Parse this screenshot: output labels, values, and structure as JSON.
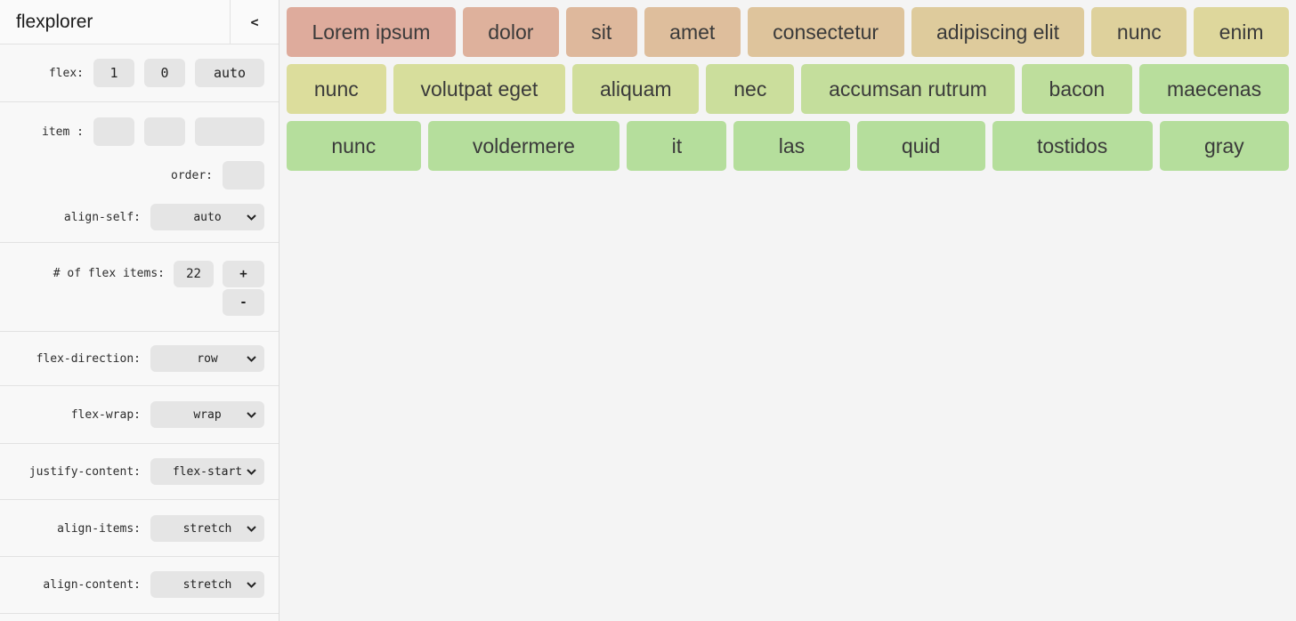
{
  "app": {
    "title": "flexplorer",
    "collapse_label": "<"
  },
  "sidebar": {
    "flex_row": {
      "label": "flex:",
      "grow": "1",
      "shrink": "0",
      "basis": "auto"
    },
    "item_row": {
      "label": "item :",
      "grow": "",
      "shrink": "",
      "basis": ""
    },
    "order_row": {
      "label": "order:",
      "value": ""
    },
    "align_self_row": {
      "label": "align-self:",
      "value": "auto"
    },
    "count_row": {
      "label": "# of flex items:",
      "value": "22",
      "increment_label": "+",
      "decrement_label": "-"
    },
    "container_rows": [
      {
        "label": "flex-direction:",
        "value": "row"
      },
      {
        "label": "flex-wrap:",
        "value": "wrap"
      },
      {
        "label": "justify-content:",
        "value": "flex-start"
      },
      {
        "label": "align-items:",
        "value": "stretch"
      },
      {
        "label": "align-content:",
        "value": "stretch"
      }
    ]
  },
  "main": {
    "items": [
      {
        "label": "Lorem ipsum",
        "color": "#deab9c"
      },
      {
        "label": "dolor",
        "color": "#deb19c"
      },
      {
        "label": "sit",
        "color": "#deb89c"
      },
      {
        "label": "amet",
        "color": "#debe9c"
      },
      {
        "label": "consectetur",
        "color": "#dec49c"
      },
      {
        "label": "adipiscing elit",
        "color": "#decb9c"
      },
      {
        "label": "nunc",
        "color": "#ded19c"
      },
      {
        "label": "enim",
        "color": "#ded79c"
      },
      {
        "label": "nunc",
        "color": "#dcdd9c"
      },
      {
        "label": "volutpat eget",
        "color": "#d7de9c"
      },
      {
        "label": "aliquam",
        "color": "#d1de9c"
      },
      {
        "label": "nec",
        "color": "#cbde9c"
      },
      {
        "label": "accumsan rutrum",
        "color": "#c4de9c"
      },
      {
        "label": "bacon",
        "color": "#bede9c"
      },
      {
        "label": "maecenas",
        "color": "#b8de9c"
      },
      {
        "label": "nunc",
        "color": "#b5de9c"
      },
      {
        "label": "voldermere",
        "color": "#b5de9c"
      },
      {
        "label": "it",
        "color": "#b5de9c"
      },
      {
        "label": "las",
        "color": "#b5de9c"
      },
      {
        "label": "quid",
        "color": "#b5de9c"
      },
      {
        "label": "tostidos",
        "color": "#b5de9c"
      },
      {
        "label": "gray",
        "color": "#b5de9c"
      }
    ]
  },
  "colors": {
    "sidebar_bg": "#f8f8f8",
    "main_bg": "#f4f4f4",
    "control_bg": "#e5e5e5",
    "divider": "#e2e2e2",
    "item_text": "#3a3a3a"
  }
}
